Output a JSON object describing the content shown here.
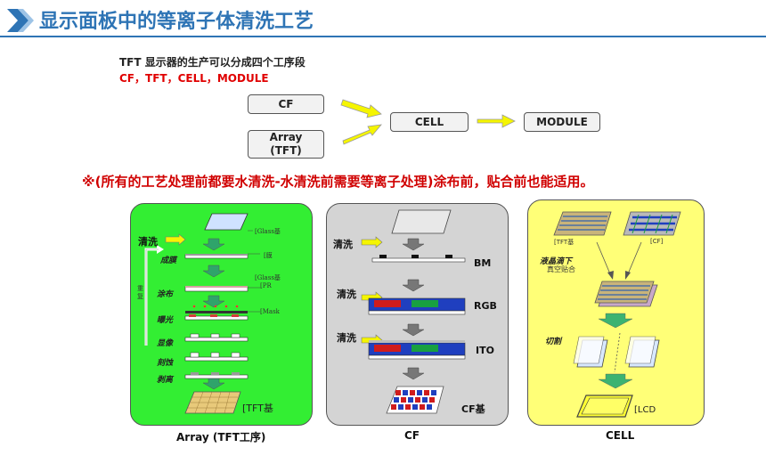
{
  "slide": {
    "title": "显示面板中的等离子体清洗工艺",
    "intro_line1": "TFT 显示器的生产可以分成四个工序段",
    "intro_line2": "CF，TFT，CELL，MODULE",
    "note": "※(所有的工艺处理前都要水清洗-水清洗前需要等离子处理)涂布前，贴合前也能适用。"
  },
  "flow": {
    "cf": "CF",
    "array_line1": "Array",
    "array_line2": "(TFT)",
    "cell": "CELL",
    "module": "MODULE"
  },
  "panel_array": {
    "caption": "Array (TFT工序)",
    "wash": "清洗",
    "glass": "[Glass基",
    "film_step": "成膜",
    "film": "[膜",
    "glass2": "[Glass基",
    "pr": "[PR",
    "coat_step": "涂布",
    "repeat": "重复",
    "mask": "[Mask",
    "expose_step": "曝光",
    "develop_step": "显像",
    "etch_step": "刻蚀",
    "strip_step": "剥离",
    "result": "[TFT基"
  },
  "panel_cf": {
    "caption": "CF",
    "wash1": "清洗",
    "wash2": "清洗",
    "wash3": "清洗",
    "bm": "BM",
    "rgb": "RGB",
    "ito": "ITO",
    "result": "CF基"
  },
  "panel_cell": {
    "caption": "CELL",
    "tft": "[TFT基",
    "cf": "[CF]",
    "lc_line1": "液晶滴下",
    "lc_line2": "真空贴合",
    "cut": "切割",
    "lcd": "[LCD"
  },
  "colors": {
    "title": "#2e74b5",
    "red": "#e00000",
    "array_bg": "#33ee33",
    "cf_bg": "#d4d4d4",
    "cell_bg": "#ffff77",
    "arrow_yellow": "#f5f500",
    "arrow_gray": "#777777",
    "arrow_green": "#3cb371"
  }
}
